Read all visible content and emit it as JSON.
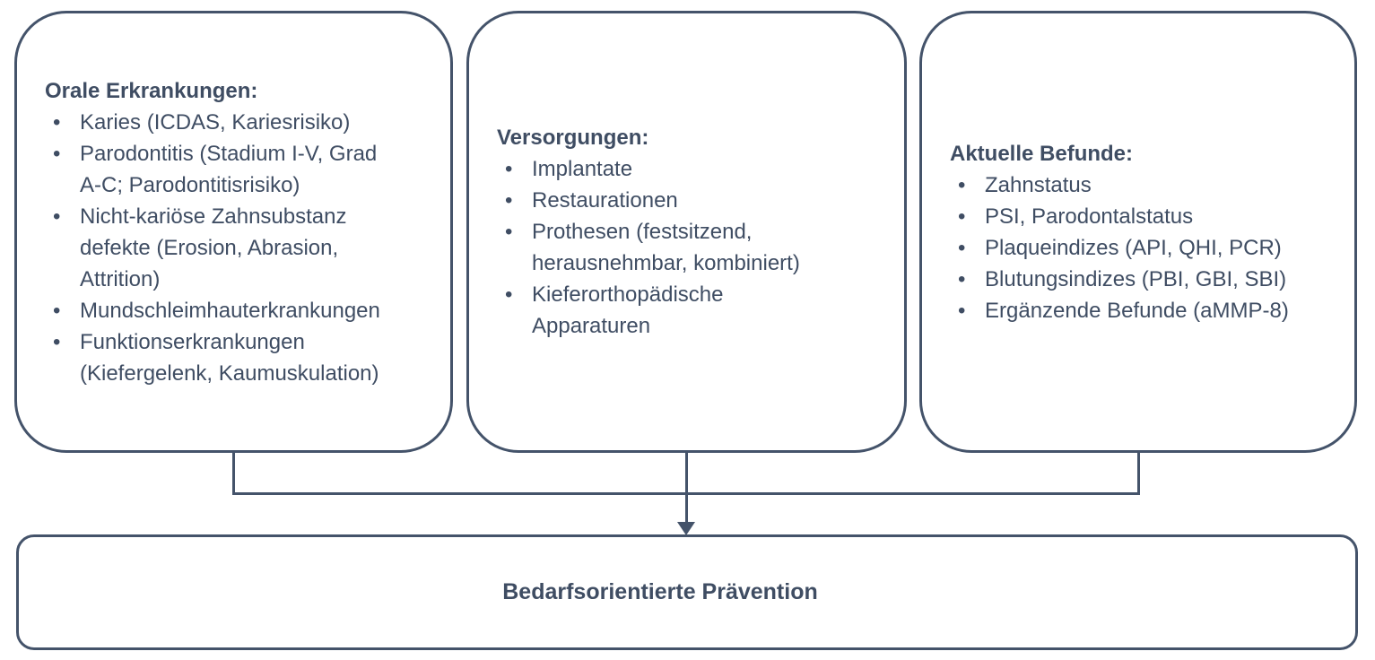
{
  "bullet_char": "•",
  "colors": {
    "outline": "#44536a",
    "text": "#3f4d63",
    "background": "#ffffff"
  },
  "boxes": [
    {
      "title": "Orale Erkrankungen:",
      "items": [
        "Karies (ICDAS, Kariesrisiko)",
        "Parodontitis (Stadium I-V, Grad\nA-C; Parodontitisrisiko)",
        "Nicht-kariöse Zahnsubstanz\ndefekte (Erosion, Abrasion,\nAttrition)",
        "Mundschleimhauterkrankungen",
        "Funktionserkrankungen\n(Kiefergelenk, Kaumuskulation)"
      ]
    },
    {
      "title": "Versorgungen:",
      "items": [
        "Implantate",
        "Restaurationen",
        "Prothesen (festsitzend,\nherausnehmbar, kombiniert)",
        "Kieferorthopädische\nApparaturen"
      ]
    },
    {
      "title": "Aktuelle Befunde:",
      "items": [
        "Zahnstatus",
        "PSI, Parodontalstatus",
        "Plaqueindizes (API, QHI, PCR)",
        "Blutungsindizes (PBI, GBI, SBI)",
        "Ergänzende Befunde (aMMP-8)"
      ]
    }
  ],
  "bottom_box": {
    "title": "Bedarfsorientierte Prävention"
  }
}
